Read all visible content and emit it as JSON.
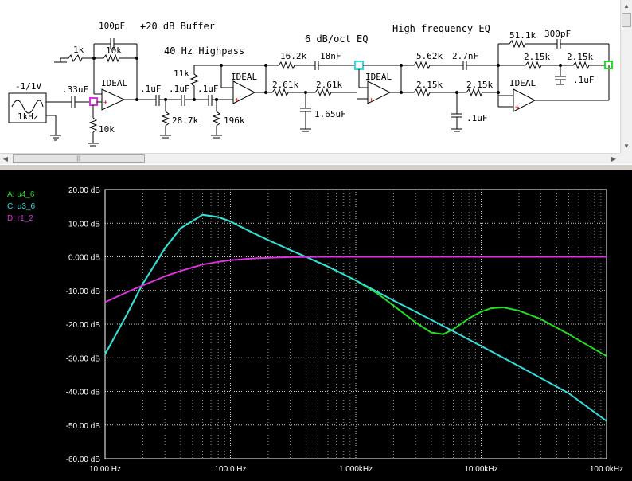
{
  "schematic": {
    "titles": {
      "buffer": "+20 dB Buffer",
      "highpass": "40 Hz Highpass",
      "eq6": "6 dB/oct EQ",
      "hfeq": "High frequency EQ"
    },
    "source": {
      "amplitude": "-1/1V",
      "frequency": "1kHz"
    },
    "components": {
      "c_in": ".33uF",
      "c_fb1": "100pF",
      "r_fb1": "10k",
      "r_in1": "1k",
      "r_bias1": "10k",
      "opamp": "IDEAL",
      "c_hp1": ".1uF",
      "c_hp2": ".1uF",
      "c_hp3": ".1uF",
      "r_hp1": "11k",
      "r_hp2": "28.7k",
      "r_hp3": "196k",
      "r_eq1": "16.2k",
      "c_eq1": "18nF",
      "r_eq2": "2.61k",
      "r_eq3": "2.61k",
      "c_eq2": "1.65uF",
      "r_hf1": "5.62k",
      "c_hf1": "2.7nF",
      "r_hf2": "2.15k",
      "r_hf3": "2.15k",
      "c_hf2": ".1uF",
      "r_hf4": "51.1k",
      "c_hf3": "300pF",
      "r_hf5": "2.15k",
      "r_hf6": "2.15k",
      "c_hf4": ".1uF"
    }
  },
  "plot": {
    "legend": [
      {
        "id": "A",
        "label": "A: u4_6",
        "color": "#22dd22"
      },
      {
        "id": "C",
        "label": "C: u3_6",
        "color": "#33dddd"
      },
      {
        "id": "D",
        "label": "D: r1_2",
        "color": "#dd33dd"
      }
    ]
  },
  "chart_data": {
    "type": "line",
    "xscale": "log",
    "xlim": [
      10,
      100000
    ],
    "ylim": [
      -60,
      20
    ],
    "grid": true,
    "legend_placement": "top-left",
    "xticks": [
      "10.00 Hz",
      "100.0 Hz",
      "1.000kHz",
      "10.00kHz",
      "100.0kHz"
    ],
    "yticks": [
      "20.00 dB",
      "10.00 dB",
      "0.000 dB",
      "-10.00 dB",
      "-20.00 dB",
      "-30.00 dB",
      "-40.00 dB",
      "-50.00 dB",
      "-60.00 dB"
    ],
    "series": [
      {
        "name": "A: u4_6",
        "color": "#22dd22",
        "x": [
          10,
          15,
          20,
          30,
          40,
          60,
          80,
          100,
          150,
          200,
          300,
          400,
          600,
          800,
          1000,
          1500,
          2000,
          3000,
          4000,
          5000,
          6000,
          8000,
          10000,
          12000,
          15000,
          20000,
          30000,
          50000,
          70000,
          100000
        ],
        "y": [
          -29,
          -17,
          -8,
          2.5,
          8.5,
          12.5,
          11.8,
          10.5,
          7.2,
          5.0,
          2.0,
          0,
          -2.9,
          -5.2,
          -7.0,
          -11.0,
          -14.5,
          -19.5,
          -22.5,
          -23.0,
          -21.5,
          -18.3,
          -16.3,
          -15.3,
          -15.0,
          -16.0,
          -18.5,
          -23.0,
          -26.2,
          -29.5
        ]
      },
      {
        "name": "C: u3_6",
        "color": "#33dddd",
        "x": [
          10,
          15,
          20,
          30,
          40,
          60,
          80,
          100,
          150,
          200,
          300,
          400,
          600,
          800,
          1000,
          1500,
          2000,
          3000,
          5000,
          10000,
          20000,
          50000,
          100000
        ],
        "y": [
          -29,
          -17,
          -8,
          2.5,
          8.5,
          12.5,
          11.8,
          10.5,
          7.2,
          5.0,
          2.0,
          0,
          -2.9,
          -5.2,
          -7.0,
          -10.5,
          -13.0,
          -16.3,
          -20.6,
          -26.5,
          -32.5,
          -40.6,
          -48.8
        ]
      },
      {
        "name": "D: r1_2",
        "color": "#dd33dd",
        "x": [
          10,
          15,
          20,
          30,
          40,
          60,
          80,
          100,
          150,
          200,
          300,
          500,
          1000,
          10000,
          100000
        ],
        "y": [
          -13.5,
          -10.5,
          -8.5,
          -5.8,
          -4.2,
          -2.3,
          -1.5,
          -1.0,
          -0.5,
          -0.3,
          -0.1,
          0,
          0,
          0,
          0
        ]
      }
    ]
  }
}
